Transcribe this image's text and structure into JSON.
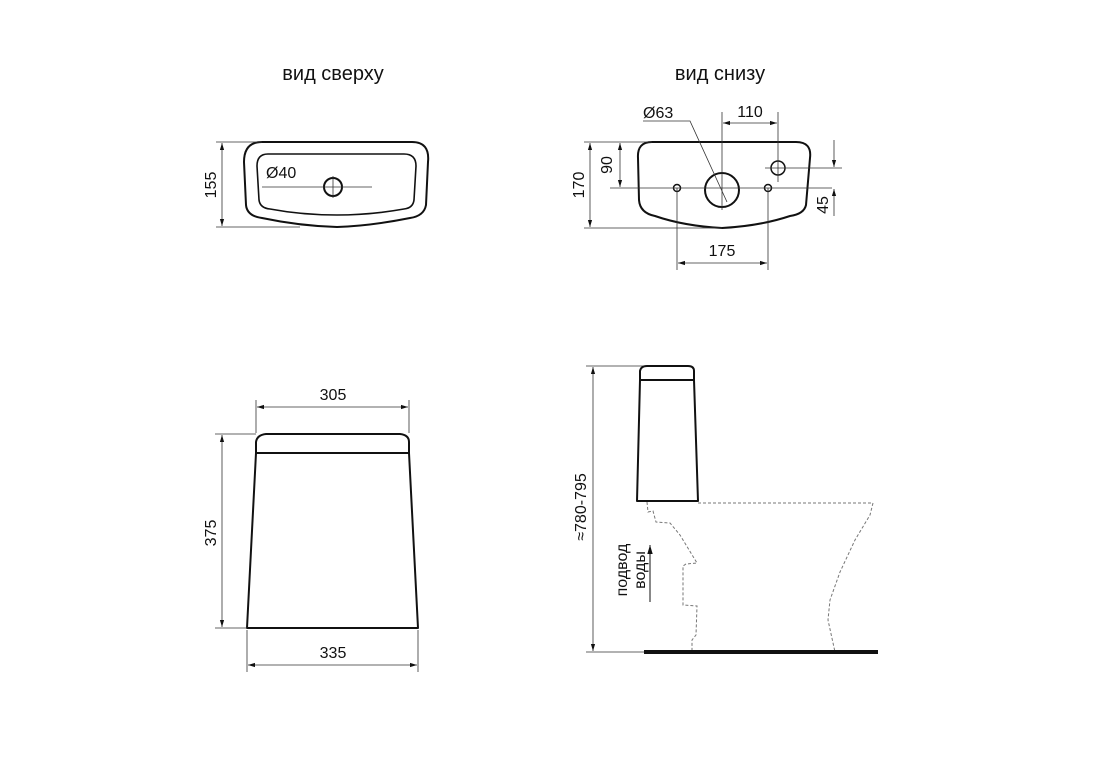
{
  "views": {
    "top": {
      "title": "вид сверху",
      "dims": {
        "depth": "155",
        "hole_diameter": "Ø40"
      }
    },
    "bottom": {
      "title": "вид снизу",
      "dims": {
        "hole_diameter": "Ø63",
        "inlet_offset": "110",
        "depth": "170",
        "hole_from_back": "90",
        "inlet_vertical_offset": "45",
        "bolt_spacing": "175"
      }
    },
    "front": {
      "dims": {
        "top_width": "305",
        "height": "375",
        "bottom_width": "335"
      }
    },
    "side": {
      "dims": {
        "total_height": "≈780-795"
      },
      "water_supply_label_1": "подвод",
      "water_supply_label_2": "воды"
    }
  },
  "colors": {
    "line": "#111111",
    "hidden_line": "#777777"
  }
}
